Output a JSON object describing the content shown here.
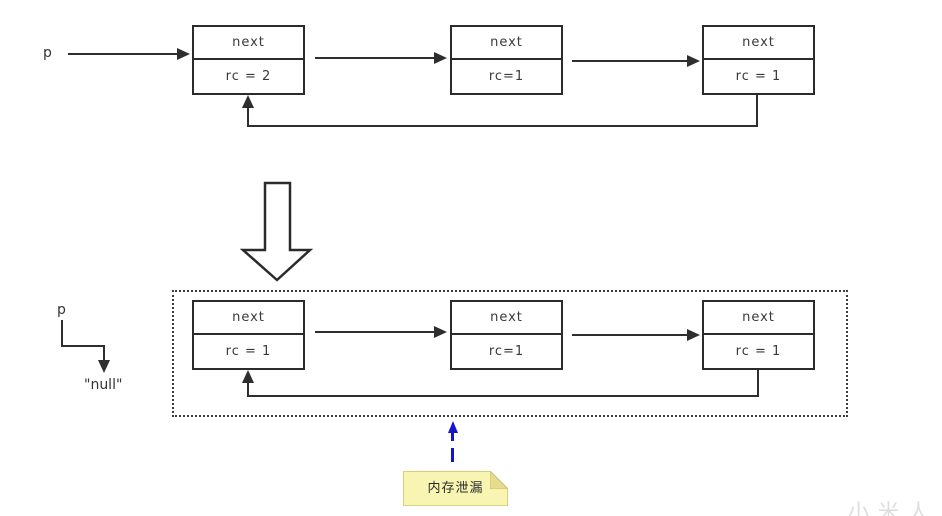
{
  "top_diagram": {
    "pointer_label": "p",
    "nodes": [
      {
        "field": "next",
        "rc": "rc = 2"
      },
      {
        "field": "next",
        "rc": "rc=1"
      },
      {
        "field": "next",
        "rc": "rc = 1"
      }
    ]
  },
  "bottom_diagram": {
    "pointer_label": "p",
    "pointer_value": "\"null\"",
    "nodes": [
      {
        "field": "next",
        "rc": "rc = 1"
      },
      {
        "field": "next",
        "rc": "rc=1"
      },
      {
        "field": "next",
        "rc": "rc = 1"
      }
    ]
  },
  "annotation": {
    "note_text": "内存泄漏"
  },
  "watermark": "⼩⽶⼈",
  "colors": {
    "line": "#2e2e2e",
    "annotation_arrow_blue": "#1414cc",
    "note_background": "#f8f5b2",
    "note_fold": "#e6dc8e",
    "note_border": "#d9d07c",
    "background": "#ffffff"
  }
}
